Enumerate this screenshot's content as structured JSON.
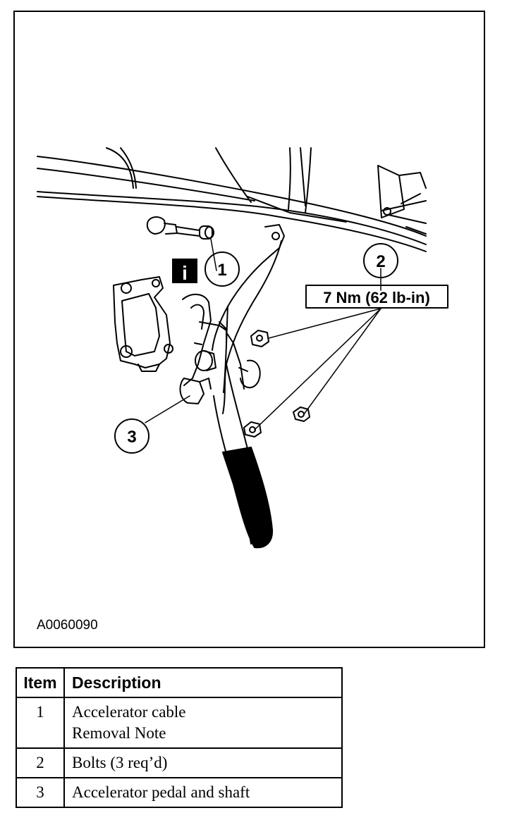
{
  "figure": {
    "code": "A0060090",
    "info_icon_glyph": "i",
    "callouts": [
      {
        "number": "1"
      },
      {
        "number": "2"
      },
      {
        "number": "3"
      }
    ],
    "torque_spec": "7 Nm (62 lb-in)"
  },
  "table": {
    "headers": {
      "item": "Item",
      "description": "Description"
    },
    "rows": [
      {
        "item": "1",
        "lines": [
          "Accelerator cable",
          "Removal Note"
        ]
      },
      {
        "item": "2",
        "lines": [
          "Bolts (3 req’d)"
        ]
      },
      {
        "item": "3",
        "lines": [
          "Accelerator pedal and shaft"
        ]
      }
    ]
  }
}
